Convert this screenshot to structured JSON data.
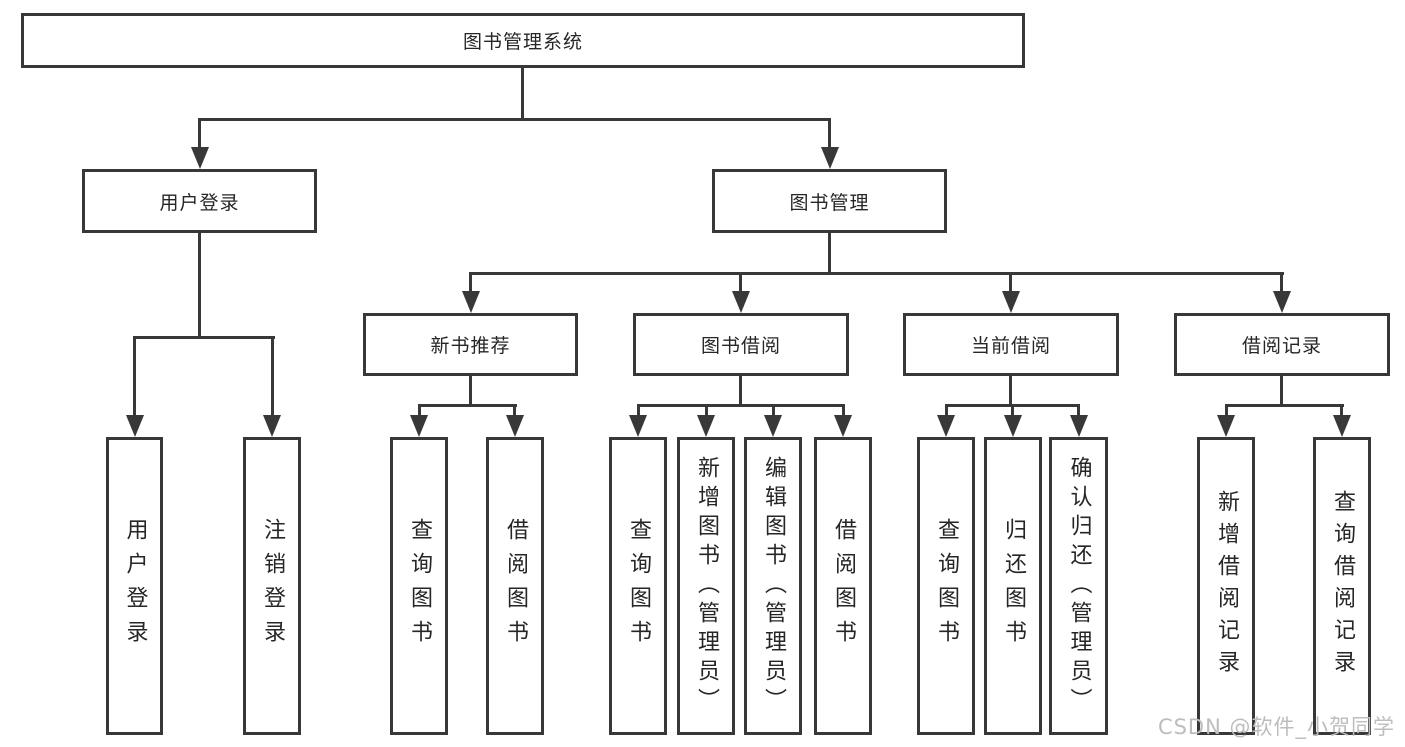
{
  "watermark": "CSDN @软件_小贺同学",
  "colors": {
    "line": "#383838",
    "text": "#262626",
    "watermark": "#bdbdbd",
    "background": "#ffffff"
  },
  "tree": {
    "root": {
      "label": "图书管理系统",
      "children": [
        {
          "label": "用户登录",
          "children": [
            {
              "label": "用户登录"
            },
            {
              "label": "注销登录"
            }
          ]
        },
        {
          "label": "图书管理",
          "children": [
            {
              "label": "新书推荐",
              "children": [
                {
                  "label": "查询图书"
                },
                {
                  "label": "借阅图书"
                }
              ]
            },
            {
              "label": "图书借阅",
              "children": [
                {
                  "label": "查询图书"
                },
                {
                  "label": "新增图书（管理员）"
                },
                {
                  "label": "编辑图书（管理员）"
                },
                {
                  "label": "借阅图书"
                }
              ]
            },
            {
              "label": "当前借阅",
              "children": [
                {
                  "label": "查询图书"
                },
                {
                  "label": "归还图书"
                },
                {
                  "label": "确认归还（管理员）"
                }
              ]
            },
            {
              "label": "借阅记录",
              "children": [
                {
                  "label": "新增借阅记录"
                },
                {
                  "label": "查询借阅记录"
                }
              ]
            }
          ]
        }
      ]
    }
  }
}
